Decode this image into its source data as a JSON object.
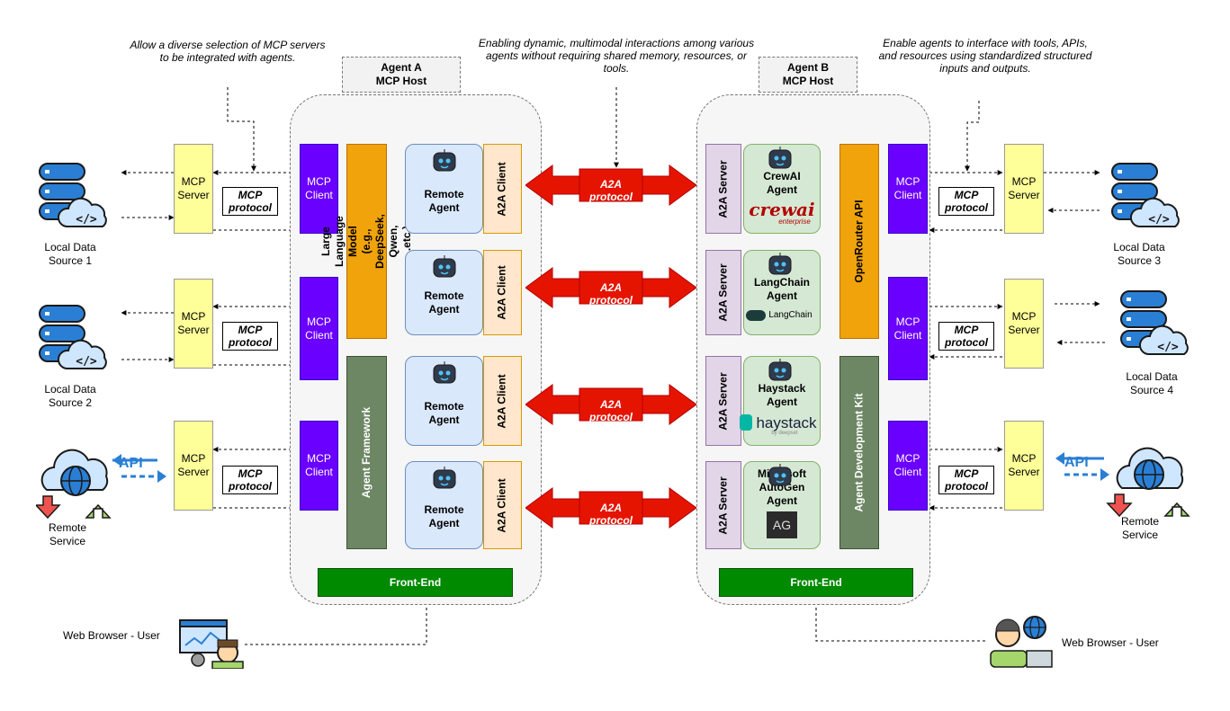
{
  "notes": {
    "left": "Allow a diverse selection of MCP servers to be integrated with agents.",
    "center": "Enabling dynamic, multimodal interactions among various agents without requiring shared memory, resources, or tools.",
    "right": "Enable agents to interface with tools, APIs, and resources using standardized structured inputs and outputs."
  },
  "agent_a": {
    "title": "Agent A",
    "subtitle": "MCP Host",
    "llm": "Large Language Model (e.g., DeepSeek, Qwen, ...etc.)",
    "framework": "Agent Framework",
    "frontend": "Front-End"
  },
  "agent_b": {
    "title": "Agent B",
    "subtitle": "MCP Host",
    "openrouter": "OpenRouter API",
    "adk": "Agent Development Kit",
    "frontend": "Front-End"
  },
  "mcp_server": {
    "line1": "MCP",
    "line2": "Server"
  },
  "mcp_client": {
    "line1": "MCP",
    "line2": "Client"
  },
  "mcp_protocol": {
    "line1": "MCP",
    "line2": "protocol"
  },
  "remote_agent": {
    "line1": "Remote",
    "line2": "Agent"
  },
  "a2a_client": "A2A Client",
  "a2a_server": "A2A Server",
  "a2a_protocol": "A2A protocol",
  "agents_b": [
    {
      "line1": "CrewAI",
      "line2": "Agent",
      "line3": "",
      "logo": "crewai"
    },
    {
      "line1": "LangChain",
      "line2": "Agent",
      "line3": "",
      "logo": "LangChain"
    },
    {
      "line1": "Haystack",
      "line2": "Agent",
      "line3": "",
      "logo": "haystack"
    },
    {
      "line1": "Microsoft",
      "line2": "AutoGen",
      "line3": "Agent",
      "logo": "AG"
    }
  ],
  "logos": {
    "crewai_main": "crewai",
    "crewai_sub": "enterprise",
    "langchain": "LangChain",
    "haystack": "haystack",
    "haystack_sub": "by deepset",
    "autogen": "AG"
  },
  "sources": {
    "local1": {
      "line1": "Local Data",
      "line2": "Source 1"
    },
    "local2": {
      "line1": "Local Data",
      "line2": "Source 2"
    },
    "local3": {
      "line1": "Local Data",
      "line2": "Source 3"
    },
    "local4": {
      "line1": "Local Data",
      "line2": "Source 4"
    },
    "remote": {
      "line1": "Remote",
      "line2": "Service"
    }
  },
  "api_label": "API",
  "web_user": "Web Browser - User",
  "colors": {
    "red_arrow": "#e51400",
    "mcp_client": "#6a00ff",
    "mcp_server": "#ffff99",
    "llm": "#f0a30a",
    "framework": "#6d8764",
    "frontend": "#008a00"
  }
}
